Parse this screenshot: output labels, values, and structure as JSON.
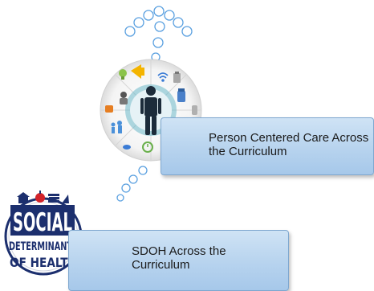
{
  "cards": {
    "person_centered_care": "Person Centered Care Across the Curriculum",
    "sdoh": "SDOH Across the Curriculum"
  },
  "logo": {
    "line1": "SOCIAL",
    "line2": "DETERMINANTS",
    "line3": "OF HEALTH"
  },
  "colors": {
    "bubble_stroke": "#5aa0e0",
    "card_fill": "#b7d3ee",
    "card_border": "#7ea7cf",
    "logo_navy": "#1c2f6e",
    "logo_red": "#d2232a",
    "person_fill": "#1c2b3a",
    "center_teal": "#6bb8c9"
  },
  "icons": [
    "chain-bubbles-icon",
    "person-icon",
    "lightbulb-icon",
    "megaphone-icon",
    "wifi-icon",
    "clipboard-icon",
    "house-icon",
    "alarm-clock-icon",
    "family-icon",
    "doctor-icon",
    "hand-icon",
    "medicine-icon",
    "apple-icon",
    "books-icon",
    "school-icon",
    "dna-icon"
  ]
}
